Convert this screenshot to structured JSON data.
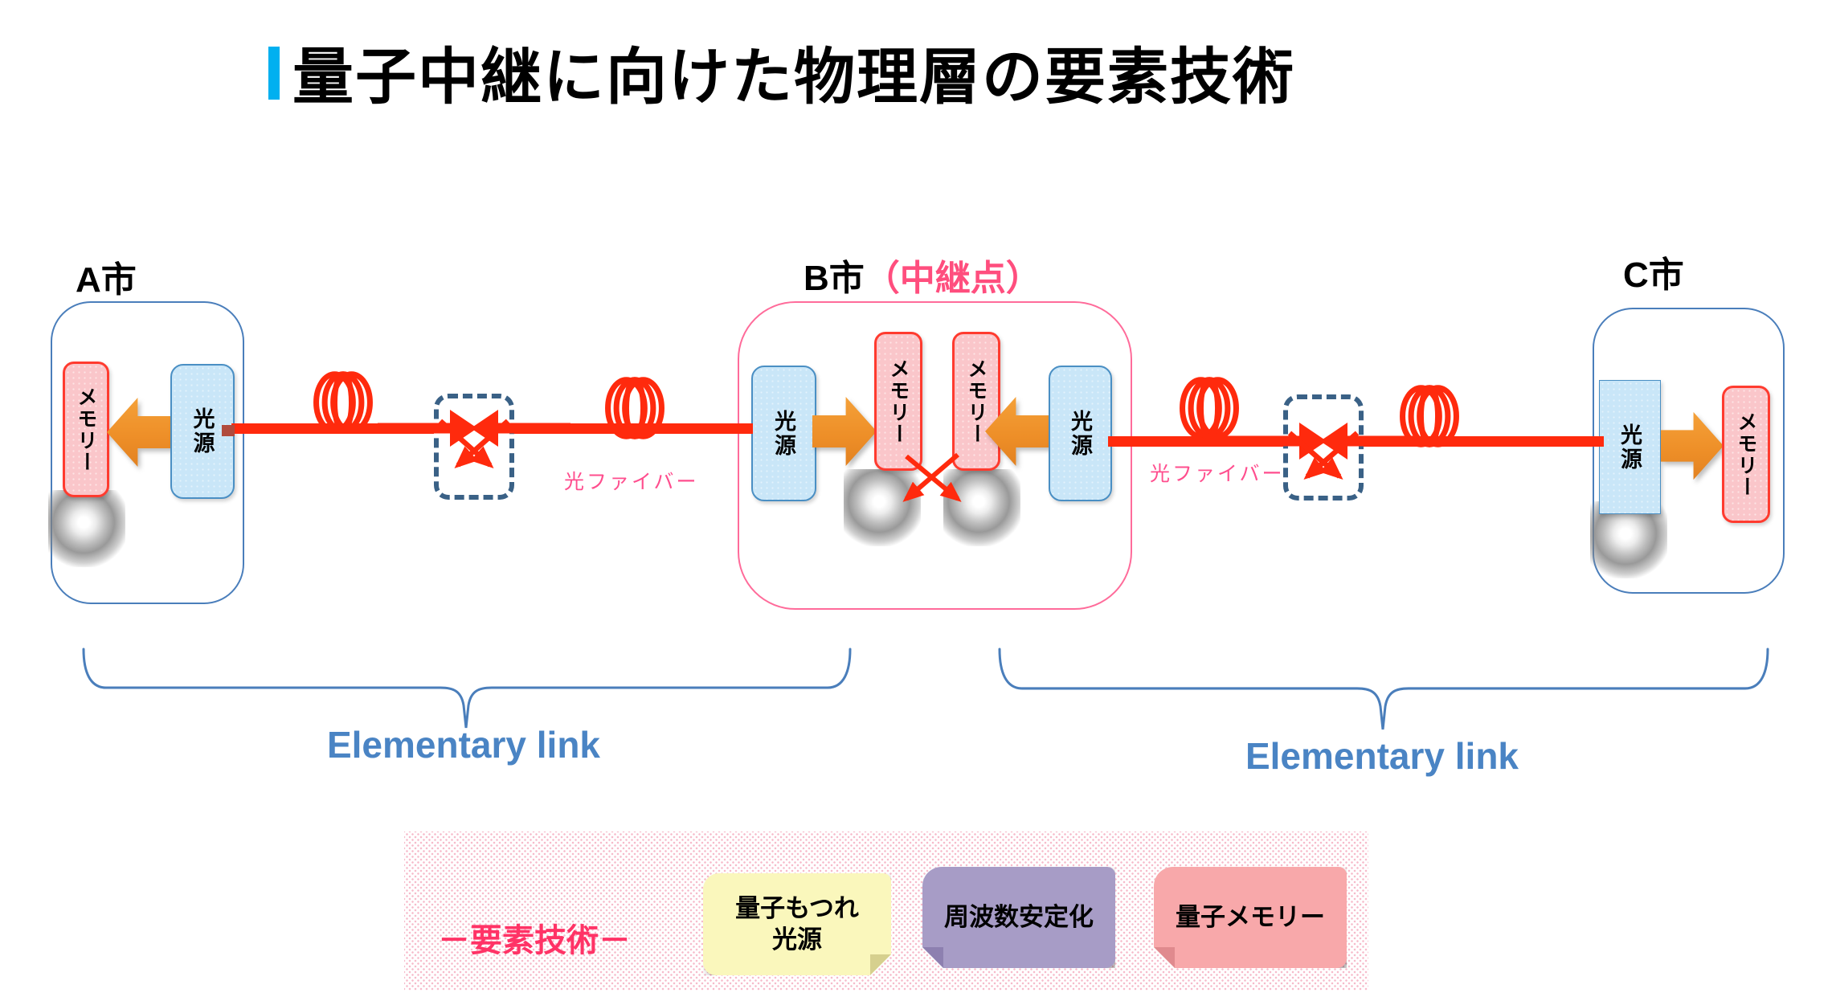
{
  "title": {
    "text": "量子中継に向けた物理層の要素技術"
  },
  "nodes": {
    "a": {
      "label": "A市",
      "memory": "メモリー",
      "source": "光源"
    },
    "b": {
      "label": "B市",
      "sublabel": "（中継点）",
      "source_left": "光源",
      "memory_left": "メモリー",
      "memory_right": "メモリー",
      "source_right": "光源"
    },
    "c": {
      "label": "C市",
      "source": "光源",
      "memory": "メモリー"
    }
  },
  "links": {
    "fiber_label_left": "光ファイバー",
    "fiber_label_right": "光ファイバー",
    "elementary_left": "Elementary link",
    "elementary_right": "Elementary link"
  },
  "legend": {
    "title": "－要素技術－",
    "items": [
      {
        "label": "量子もつれ光源",
        "line1": "量子もつれ",
        "line2": "光源",
        "color": "#FAF7BC"
      },
      {
        "label": "周波数安定化",
        "color": "#A79CC6"
      },
      {
        "label": "量子メモリー",
        "color": "#F8A8AA"
      }
    ]
  },
  "colors": {
    "title_accent": "#00B0F0",
    "fiber_red": "#FF2A0D",
    "node_border_blue": "#4A7EBB",
    "relay_border_pink": "#FF6B9A",
    "relay_sublabel_pink": "#FF4E7E",
    "memory_fill": "#FAC6CA",
    "memory_border": "#FF3B2F",
    "source_fill": "#C9E6F8",
    "source_border": "#4A8FC4",
    "arrow_orange": "#EE8F28",
    "bsm_dash_blue": "#3A6186",
    "elementary_blue": "#4A84C4",
    "legend_title_pink": "#FF3366"
  }
}
